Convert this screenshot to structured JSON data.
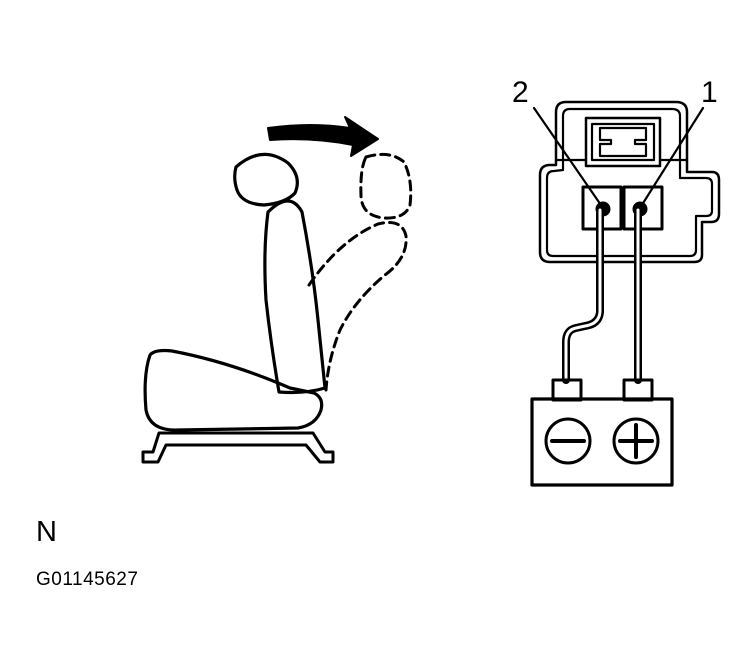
{
  "connector": {
    "pin_labels": [
      "2",
      "1"
    ]
  },
  "battery": {
    "negative_terminal_icon": "minus-icon",
    "positive_terminal_icon": "plus-icon"
  },
  "caption": {
    "view_letter": "N",
    "figure_code": "G01145627"
  },
  "colors": {
    "line": "#000000",
    "background": "#ffffff"
  }
}
